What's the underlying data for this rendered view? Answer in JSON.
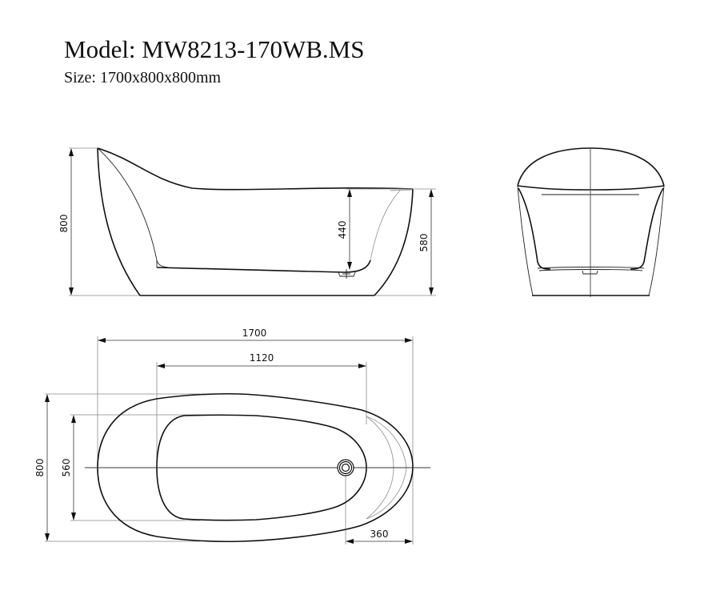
{
  "header": {
    "model": "Model: MW8213-170WB.MS",
    "size": "Size: 1700x800x800mm"
  },
  "side_view": {
    "dimensions": {
      "overall_height": "800",
      "rim_height": "580",
      "inner_depth": "440"
    }
  },
  "end_view": {},
  "top_view": {
    "dimensions": {
      "overall_length": "1700",
      "inner_length": "1120",
      "overall_width": "800",
      "inner_width": "560",
      "drain_offset": "360"
    }
  }
}
